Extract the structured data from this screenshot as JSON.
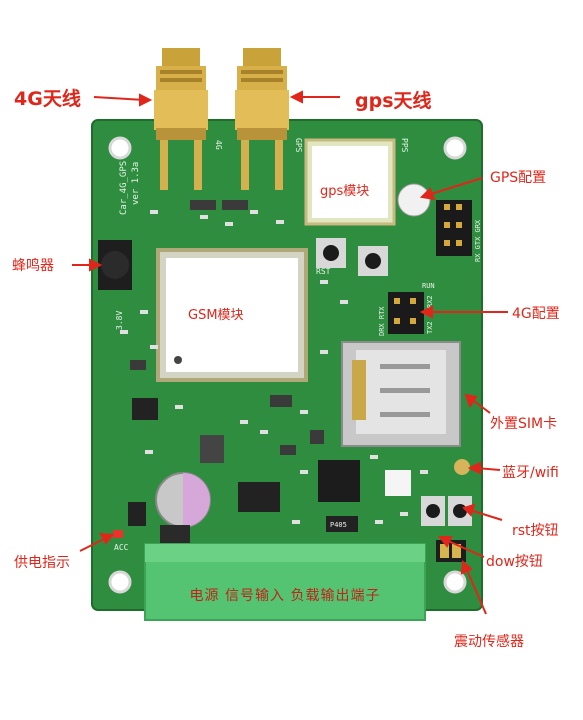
{
  "labels": {
    "antenna_4g": "4G天线",
    "antenna_gps": "gps天线",
    "gps_config": "GPS配置",
    "buzzer": "蜂鸣器",
    "config_4g": "4G配置",
    "sim_card": "外置SIM卡",
    "bluetooth_wifi": "蓝牙/wifi",
    "rst_button": "rst按钮",
    "dow_button": "dow按钮",
    "power_indicator": "供电指示",
    "vibration_sensor": "震动传感器"
  },
  "modules": {
    "gps_module": "gps模块",
    "gsm_module": "GSM模块",
    "terminal_block": "电源   信号输入   负载输出端子"
  },
  "silkscreen": {
    "board_name": "Car_4G_GPS",
    "version": "ver 1.3a",
    "ant_4g": "4G",
    "ant_gps": "GPS",
    "pps": "PPS",
    "rst": "RST",
    "run": "RUN",
    "acc": "ACC",
    "v38": "3.8V",
    "gps_pins": "RX GTX GRX",
    "cfg_pins": "DRX RTX",
    "tx2": "TX2",
    "rx2": "RX2",
    "chip": "P405"
  },
  "colors": {
    "pcb": "#2e8b3e",
    "label": "#e0261a",
    "terminal": "#4fbf6a"
  }
}
